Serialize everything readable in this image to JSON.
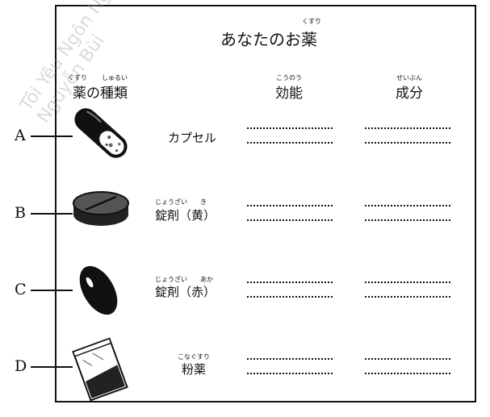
{
  "title": {
    "text": "あなたのお薬",
    "ruby": "くすり"
  },
  "headers": {
    "type": {
      "text": "薬の種類",
      "ruby1": "くすり",
      "ruby2": "しゅるい"
    },
    "effect": {
      "text": "効能",
      "ruby": "こうのう"
    },
    "ingredient": {
      "text": "成分",
      "ruby": "せいぶん"
    }
  },
  "rows": [
    {
      "letter": "A",
      "label": "カプセル",
      "ruby": ""
    },
    {
      "letter": "B",
      "label": "錠剤（黄）",
      "ruby": "じょうざい　　き"
    },
    {
      "letter": "C",
      "label": "錠剤（赤）",
      "ruby": "じょうざい　　あか"
    },
    {
      "letter": "D",
      "label": "粉薬",
      "ruby": "こなぐすり"
    }
  ],
  "watermark": [
    "Tôi Yêu Ngôn Ngữ",
    "Nguyễn Bùi"
  ],
  "icons": [
    "capsule-icon",
    "tablet-icon",
    "oval-pill-icon",
    "powder-packet-icon"
  ]
}
